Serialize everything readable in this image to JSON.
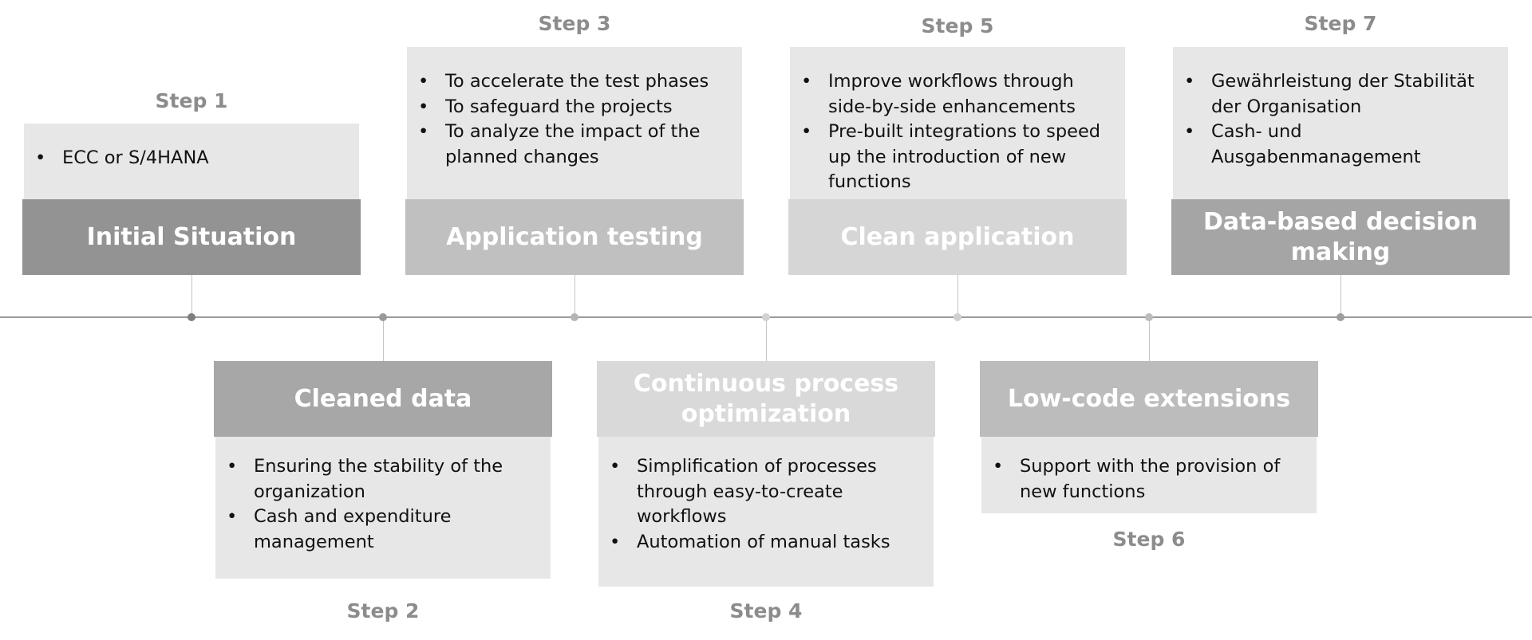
{
  "steps": [
    {
      "step": "Step 1",
      "title": "Initial Situation",
      "bullets": [
        "ECC or S/4HANA"
      ]
    },
    {
      "step": "Step 2",
      "title": "Cleaned data",
      "bullets": [
        "Ensuring the stability of the organization",
        "Cash and expenditure management"
      ]
    },
    {
      "step": "Step 3",
      "title": "Application testing",
      "bullets": [
        "To accelerate the test phases",
        "To safeguard the projects",
        "To analyze the impact of the planned changes"
      ]
    },
    {
      "step": "Step 4",
      "title": "Continuous process optimization",
      "bullets": [
        "Simplification of processes through easy-to-create workflows",
        "Automation of manual tasks"
      ]
    },
    {
      "step": "Step 5",
      "title": "Clean application",
      "bullets": [
        "Improve workflows through side-by-side enhancements",
        "Pre-built integrations to speed up the introduction of new functions"
      ]
    },
    {
      "step": "Step 6",
      "title": "Low-code extensions",
      "bullets": [
        "Support with the provision of new functions"
      ]
    },
    {
      "step": "Step 7",
      "title": "Data-based decision making",
      "bullets": [
        "Gewährleistung der Stabilität der Organisation",
        "Cash- und Ausgabenmanagement"
      ]
    }
  ],
  "colors": {
    "title_fills": [
      "#939393",
      "#a7a7a7",
      "#c0c0c0",
      "#d9d9d9",
      "#d6d6d6",
      "#bcbcbc",
      "#a5a5a5"
    ],
    "bullet_fill": "#e7e7e7",
    "timeline": "#9a9a9a",
    "step_label": "#8c8c8c"
  }
}
